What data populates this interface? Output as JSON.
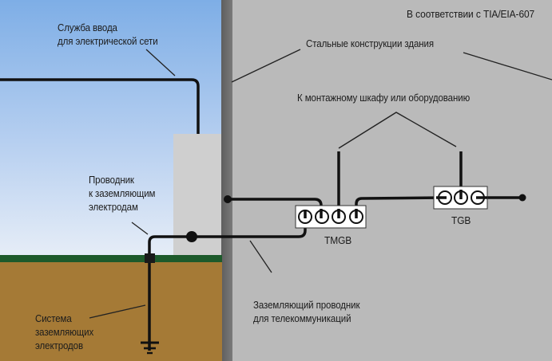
{
  "diagram": {
    "standard_note": "В соответствии с TIA/EIA-607",
    "labels": {
      "electrical_service": [
        "Служба ввода",
        "для электрической сети"
      ],
      "building_steel": "Стальные конструкции здания",
      "to_rack": "К монтажному шкафу или оборудованию",
      "electrode_conductor": [
        "Проводник",
        "к заземляющим",
        "электродам"
      ],
      "electrode_system": [
        "Система",
        "заземляющих",
        "электродов"
      ],
      "telecom_bonding_conductor": [
        "Заземляющий проводник",
        "для телекоммуникаций"
      ]
    },
    "busbars": [
      {
        "id": "tmgb",
        "label": "TMGB",
        "terminals": 4
      },
      {
        "id": "tgb",
        "label": "TGB",
        "terminals": 3
      }
    ],
    "colors": {
      "sky_top": "#7eaee6",
      "sky_bottom": "#e4ebf6",
      "wall": "#b9b9b9",
      "wall_edge": "#6a6a6a",
      "building_panel": "#cfcfcf",
      "grass": "#1d5a2b",
      "soil": "#a57a36",
      "conductor": "#111111"
    }
  }
}
